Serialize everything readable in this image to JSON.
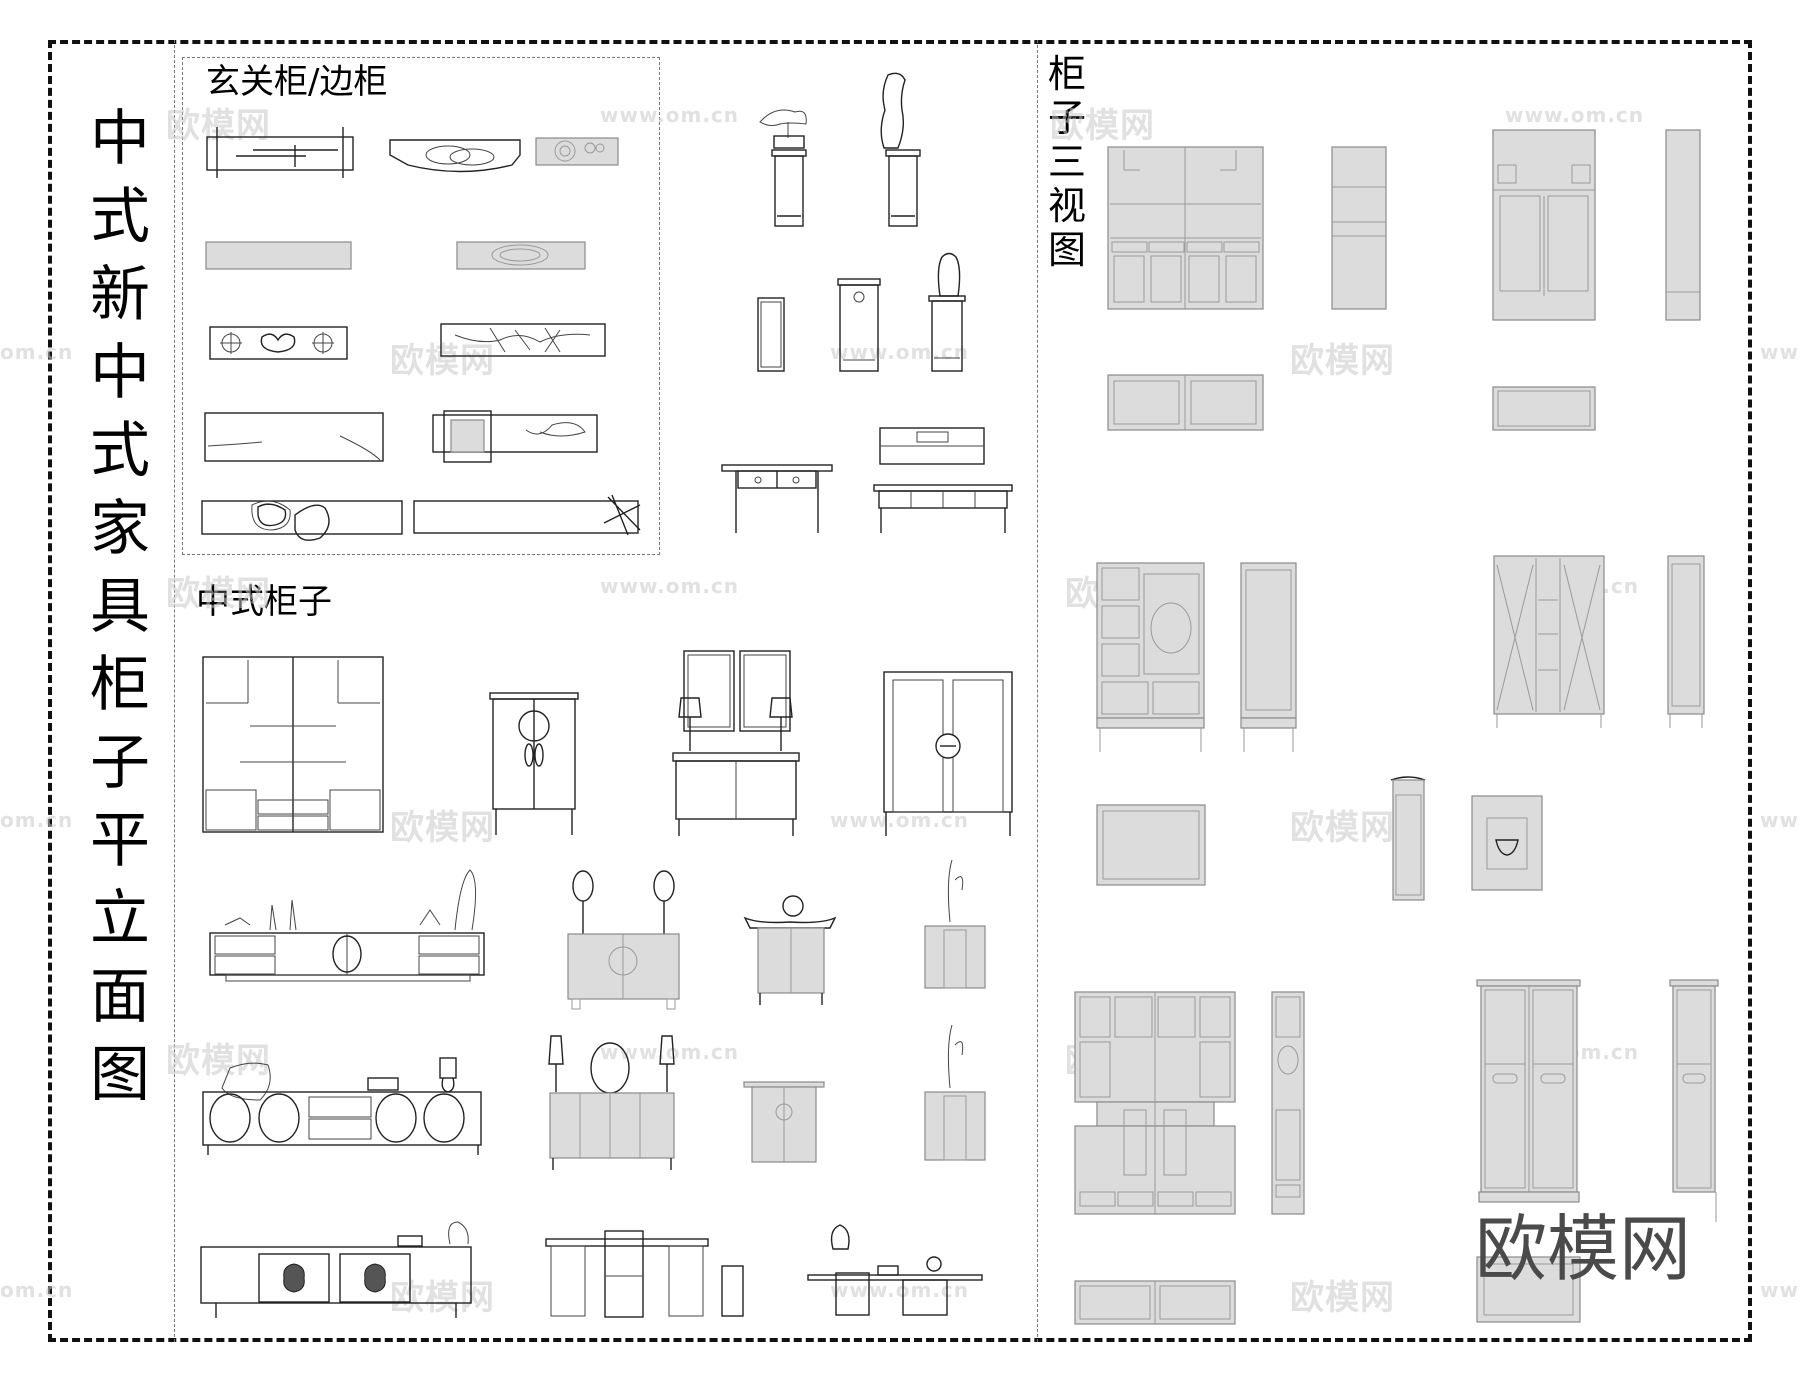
{
  "page": {
    "main_title_chars": [
      "中",
      "式",
      "新",
      "中",
      "式",
      "家",
      "具",
      "柜",
      "子",
      "平",
      "立",
      "面",
      "图"
    ],
    "main_title": "中式新中式家具柜子平立面图"
  },
  "sections": {
    "entry_cabinet": {
      "label": "玄关柜/边柜"
    },
    "chinese_cabinet": {
      "label": "中式柜子"
    },
    "three_view": {
      "label_chars": [
        "柜",
        "子",
        "三",
        "视",
        "图"
      ],
      "label": "柜子三视图"
    }
  },
  "watermarks": {
    "brand": "欧模网",
    "url": "www.om.cn",
    "url_partial": "om.cn"
  },
  "colors": {
    "border": "#111111",
    "divider": "#777777",
    "line": "#222222",
    "gray_fill": "#dcdcdc",
    "gray_stroke": "#8a8a8a",
    "watermark_light": "#c8c8c8",
    "watermark_dark": "#4a4a4a"
  },
  "drawings": {
    "entry_cabinet_plans": [
      "plan-1",
      "plan-2",
      "plan-3",
      "plan-4",
      "plan-5",
      "plan-6",
      "plan-7",
      "plan-8",
      "plan-9",
      "plan-10",
      "plan-11",
      "plan-12"
    ],
    "stands": [
      "bonsai-stand",
      "rock-stand",
      "narrow-stand",
      "carved-stand",
      "vase-stand",
      "console-table",
      "low-cabinet",
      "drawer-bench"
    ],
    "chinese_cabinets": [
      "display-shelf",
      "round-lock-wardrobe",
      "mirror-console",
      "double-door-wardrobe",
      "tv-cabinet-1",
      "lantern-cabinet",
      "altar-cabinet",
      "vase-cabinet-1",
      "tv-cabinet-2",
      "lamp-sideboard",
      "round-handle-cabinet",
      "vase-cabinet-2",
      "tv-cabinet-3",
      "tea-desk-chair",
      "tea-table"
    ],
    "three_view_sets": [
      "display-cabinet-set",
      "wardrobe-set-1",
      "panel-cabinet-set",
      "glass-bookcase-set",
      "scroll-painting",
      "framed-bowl",
      "carved-cabinet-set",
      "wardrobe-set-2"
    ]
  }
}
